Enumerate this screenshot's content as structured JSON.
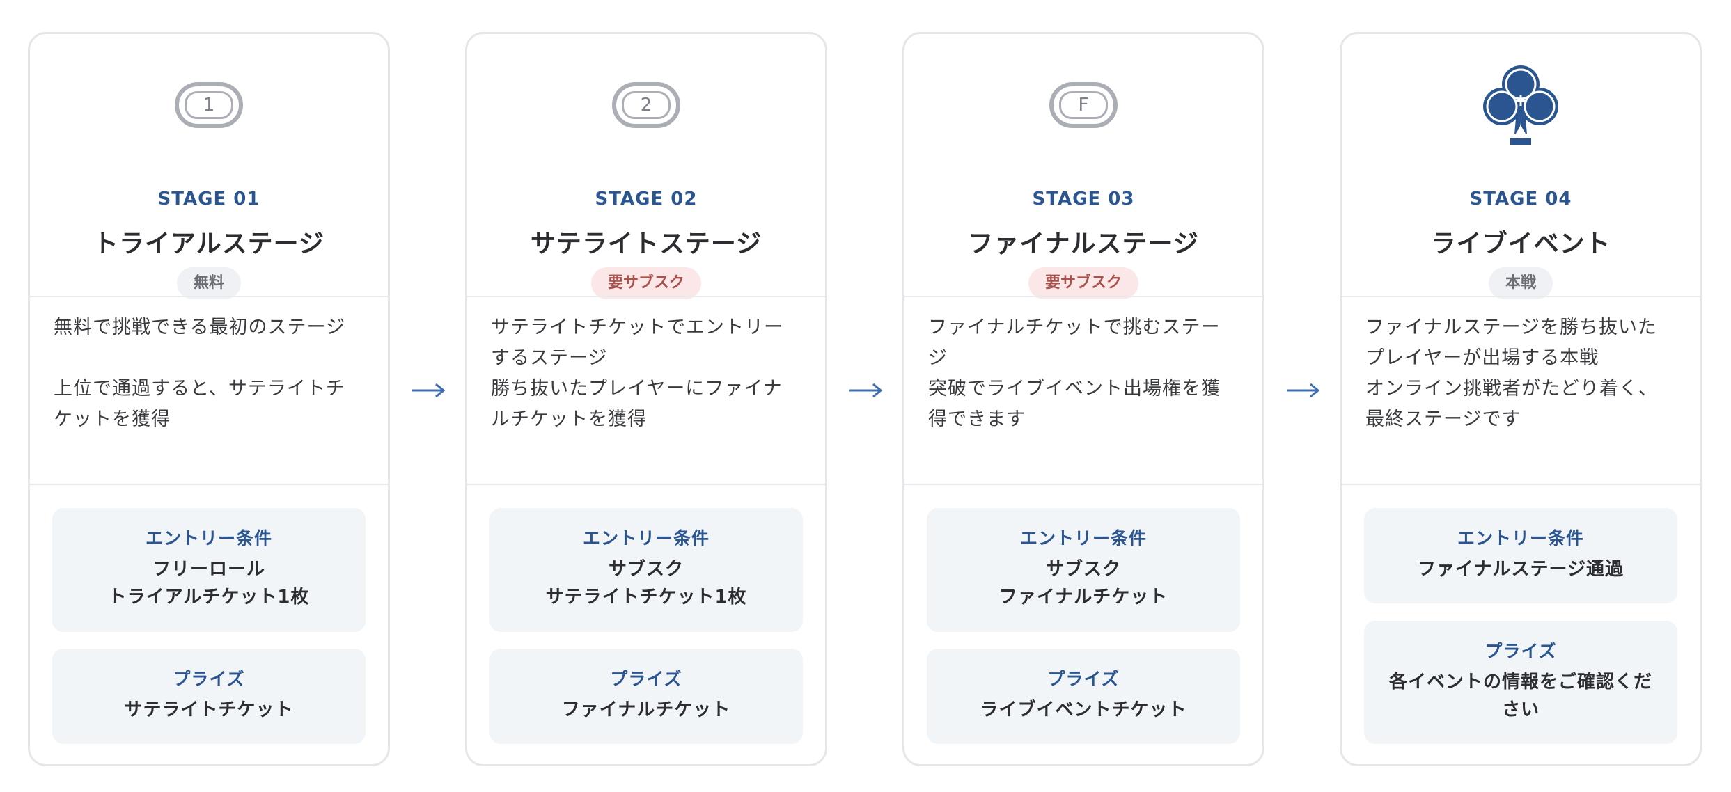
{
  "stages": [
    {
      "icon": "ticket-icon",
      "icon_text": "1",
      "stage_no": "STAGE 01",
      "title": "トライアルステージ",
      "badge": "無料",
      "badge_type": "free",
      "description": [
        "無料で挑戦できる最初のステージ",
        "",
        "上位で通過すると、サテライトチ",
        "ケットを獲得"
      ],
      "entry_label": "エントリー条件",
      "entry_lines": [
        "フリーロール",
        "トライアルチケット1枚"
      ],
      "prize_label": "プライズ",
      "prize_lines": [
        "サテライトチケット"
      ]
    },
    {
      "icon": "ticket-icon",
      "icon_text": "2",
      "stage_no": "STAGE 02",
      "title": "サテライトステージ",
      "badge": "要サブスク",
      "badge_type": "sub",
      "description": [
        "サテライトチケットでエントリー",
        "するステージ",
        "勝ち抜いたプレイヤーにファイナ",
        "ルチケットを獲得"
      ],
      "entry_label": "エントリー条件",
      "entry_lines": [
        "サブスク",
        "サテライトチケット1枚"
      ],
      "prize_label": "プライズ",
      "prize_lines": [
        "ファイナルチケット"
      ]
    },
    {
      "icon": "ticket-icon",
      "icon_text": "F",
      "stage_no": "STAGE 03",
      "title": "ファイナルステージ",
      "badge": "要サブスク",
      "badge_type": "sub",
      "description": [
        "ファイナルチケットで挑むステー",
        "ジ",
        "突破でライブイベント出場権を獲",
        "得できます"
      ],
      "entry_label": "エントリー条件",
      "entry_lines": [
        "サブスク",
        "ファイナルチケット"
      ],
      "prize_label": "プライズ",
      "prize_lines": [
        "ライブイベントチケット"
      ]
    },
    {
      "icon": "club-icon",
      "icon_text": "",
      "stage_no": "STAGE 04",
      "title": "ライブイベント",
      "badge": "本戦",
      "badge_type": "free",
      "description": [
        "ファイナルステージを勝ち抜いた",
        "プレイヤーが出場する本戦",
        "オンライン挑戦者がたどり着く、",
        "最終ステージです"
      ],
      "entry_label": "エントリー条件",
      "entry_lines": [
        "ファイナルステージ通過"
      ],
      "prize_label": "プライズ",
      "prize_lines": [
        "各イベントの情報をご確認くだ",
        "さい"
      ]
    }
  ],
  "colors": {
    "accent": "#2a5590",
    "arrow": "#3f6fb0",
    "badge_sub_bg": "#fbe7e7",
    "badge_sub_text": "#a8524d",
    "badge_free_bg": "#eff1f5",
    "box_bg": "#f2f5f8"
  }
}
